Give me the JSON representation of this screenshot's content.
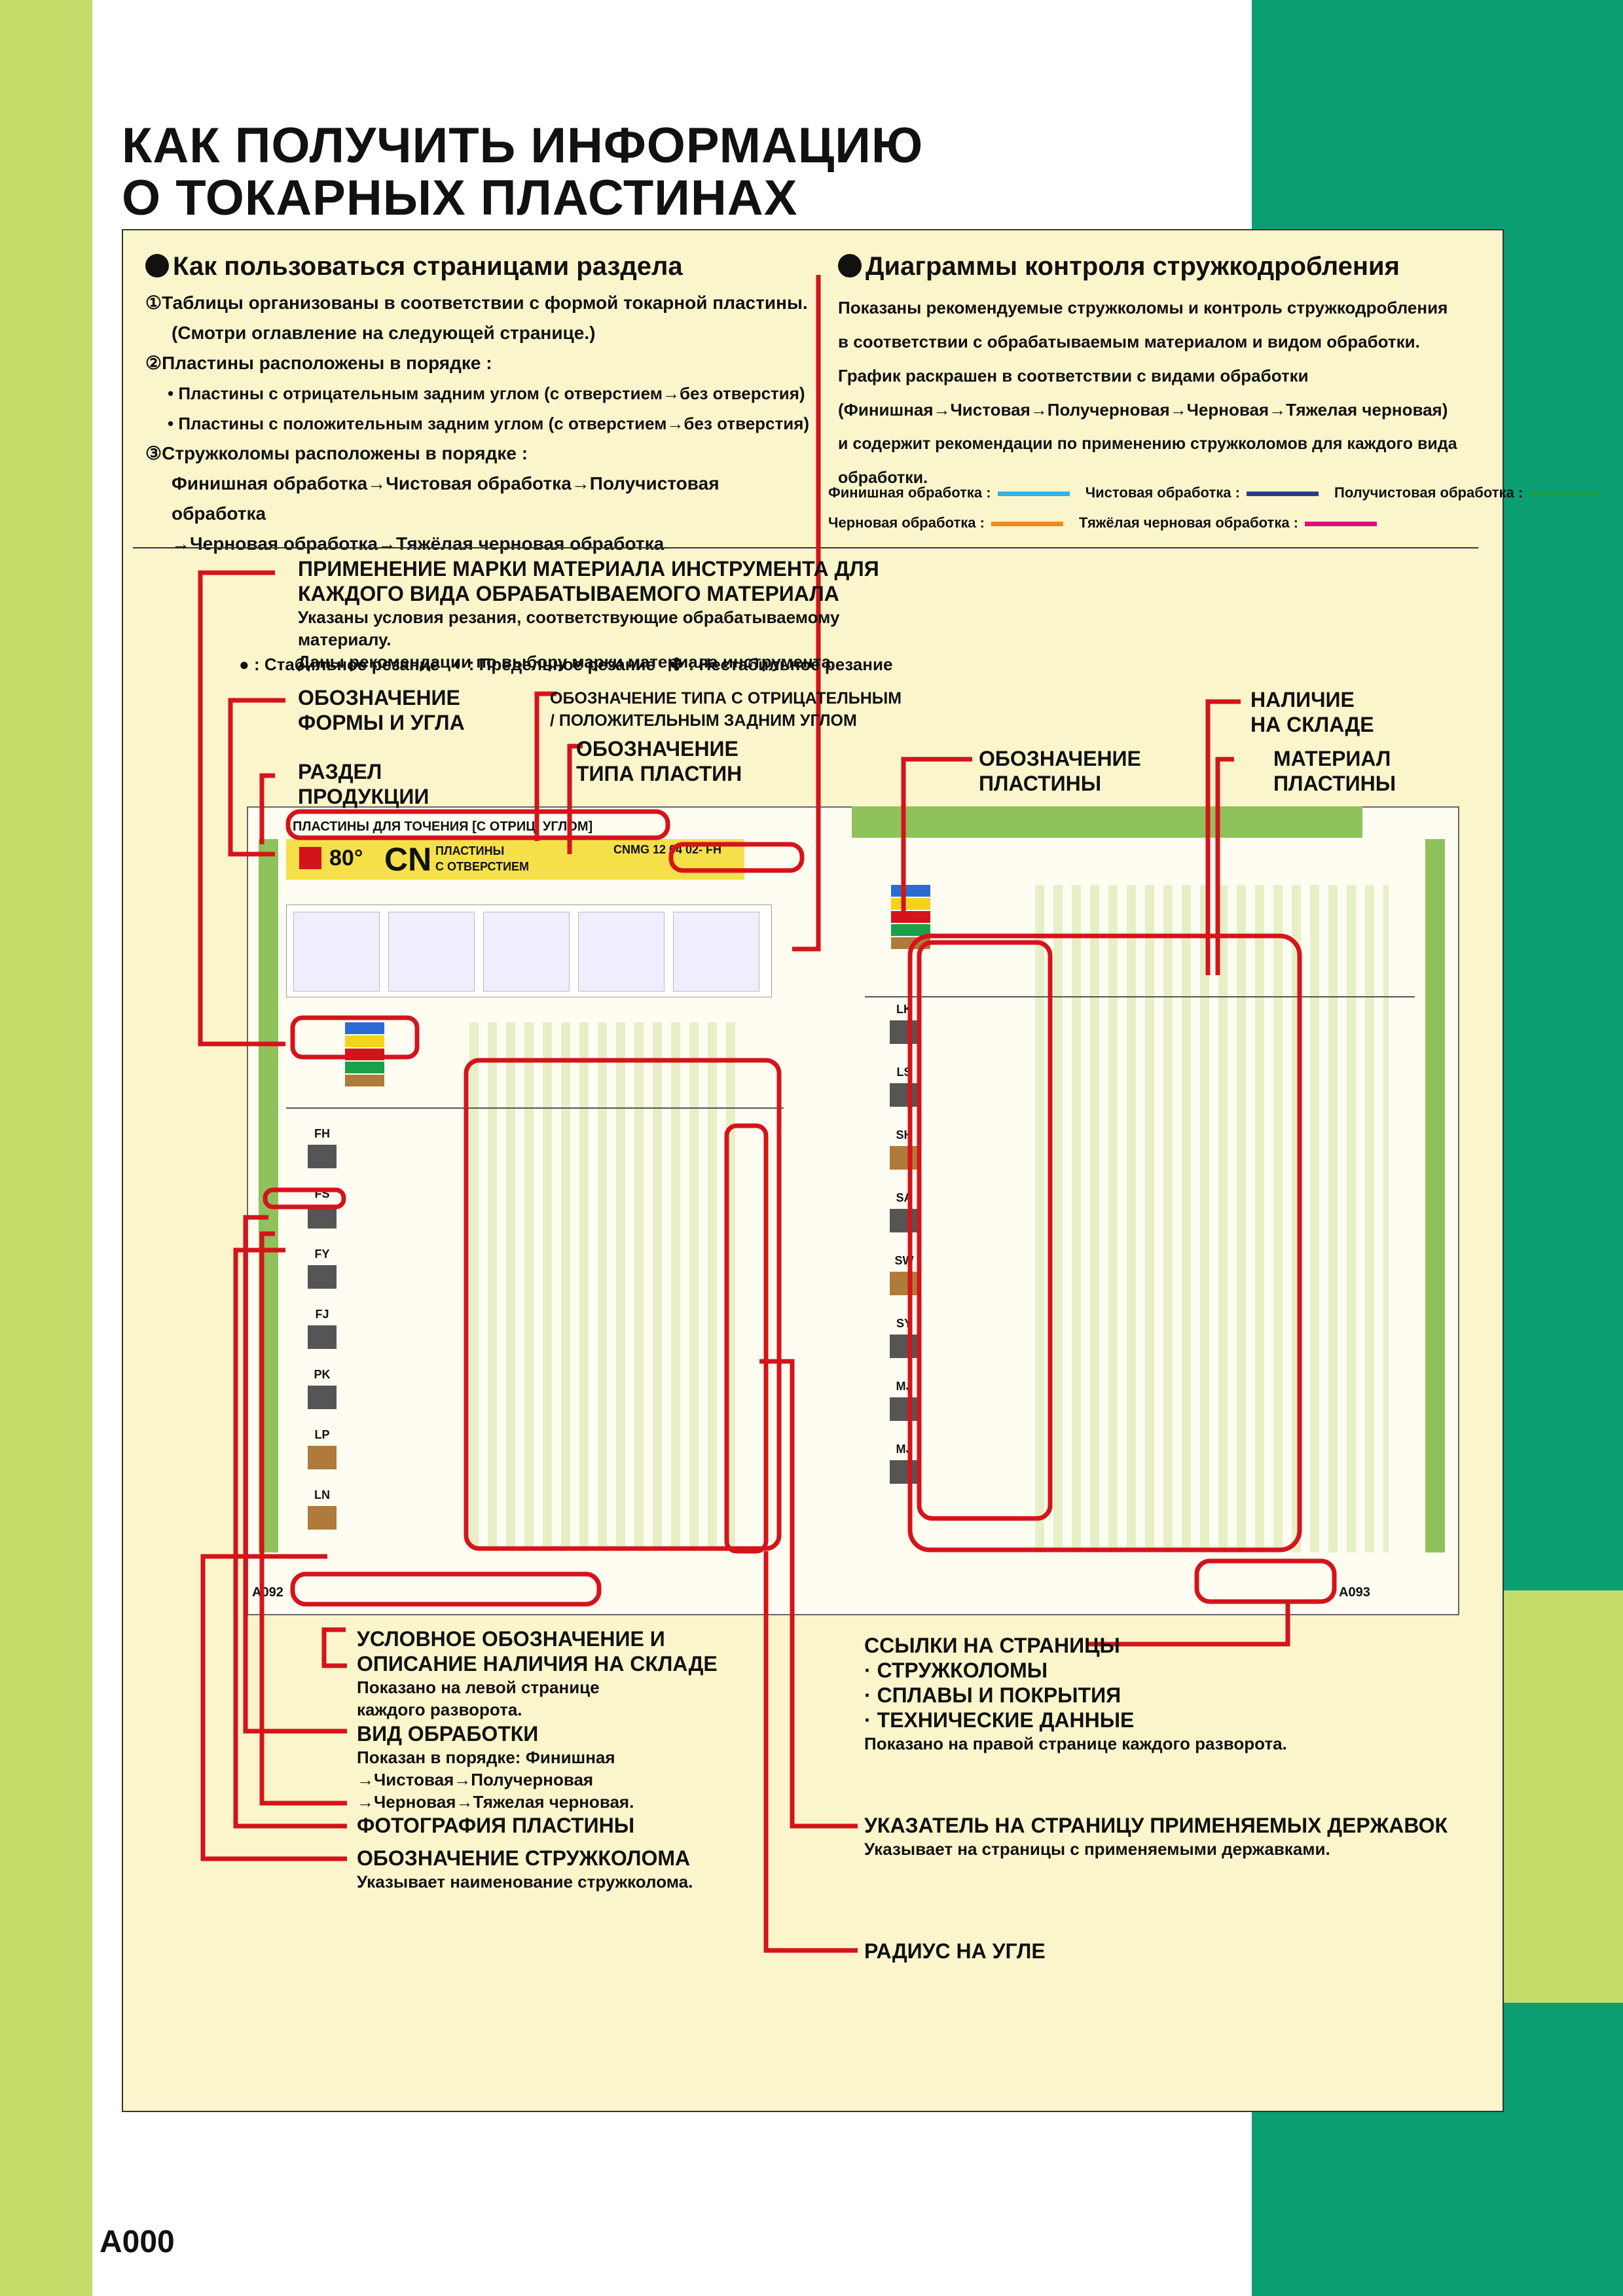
{
  "title": {
    "line1": "КАК ПОЛУЧИТЬ ИНФОРМАЦИЮ",
    "line2": "О ТОКАРНЫХ ПЛАСТИНАХ"
  },
  "how_to": {
    "title": "Как пользоваться страницами раздела",
    "items": [
      "①Таблицы организованы в соответствии с формой токарной пластины.",
      "(Смотри оглавление на следующей странице.)",
      "②Пластины расположены в порядке :",
      "• Пластины с отрицательным задним углом (с отверстием→без отверстия)",
      "• Пластины с положительным задним углом (с отверстием→без отверстия)",
      "③Стружколомы расположены в порядке :",
      "Финишная обработка→Чистовая обработка→Получистовая обработка",
      "→Черновая обработка→Тяжёлая черновая обработка"
    ]
  },
  "chipbreak": {
    "title": "Диаграммы контроля стружкодробления",
    "lines": [
      "Показаны рекомендуемые стружколомы и контроль стружкодробления",
      "в соответствии с обрабатываемым материалом и видом обработки.",
      "График раскрашен в соответствии с видами обработки",
      "(Финишная→Чистовая→Получерновая→Черновая→Тяжелая черновая)",
      "и содержит рекомендации по применению стружколомов для каждого вида обработки."
    ],
    "legend": [
      {
        "label": "Финишная обработка :",
        "color": "#2fb4e6"
      },
      {
        "label": "Чистовая обработка :",
        "color": "#2c3a8c"
      },
      {
        "label": "Получистовая обработка :",
        "color": "#1aa04a"
      },
      {
        "label": "Черновая обработка :",
        "color": "#f08a1e"
      },
      {
        "label": "Тяжёлая черновая обработка :",
        "color": "#d6127a"
      }
    ]
  },
  "callouts": {
    "grade": {
      "title1": "ПРИМЕНЕНИЕ МАРКИ МАТЕРИАЛА ИНСТРУМЕНТА ДЛЯ",
      "title2": "КАЖДОГО ВИДА ОБРАБАТЫВАЕМОГО МАТЕРИАЛА",
      "text1": "Указаны условия резания, соответствующие обрабатываемому материалу.",
      "text2": "Даны рекомендации по выбору марки материала инструмента.",
      "stable": ": Стабильное резание",
      "limit": ": Предельное резание",
      "unstable": ": Нестабильное резание"
    },
    "shape": {
      "l1": "ОБОЗНАЧЕНИЕ",
      "l2": "ФОРМЫ И УГЛА"
    },
    "neg_pos": {
      "l1": "ОБОЗНАЧЕНИЕ ТИПА С ОТРИЦАТЕЛЬНЫМ",
      "l2": "/ ПОЛОЖИТЕЛЬНЫМ ЗАДНИМ УГЛОМ"
    },
    "type": {
      "l1": "ОБОЗНАЧЕНИЕ",
      "l2": "ТИПА ПЛАСТИН"
    },
    "section": {
      "l1": "РАЗДЕЛ",
      "l2": "ПРОДУКЦИИ"
    },
    "insert_desig": {
      "l1": "ОБОЗНАЧЕНИЕ",
      "l2": "ПЛАСТИНЫ"
    },
    "stock": {
      "l1": "НАЛИЧИЕ",
      "l2": "НА СКЛАДЕ"
    },
    "material": {
      "l1": "МАТЕРИАЛ",
      "l2": "ПЛАСТИНЫ"
    },
    "stock_legend": {
      "l1": "УСЛОВНОЕ ОБОЗНАЧЕНИЕ И",
      "l2": "ОПИСАНИЕ НАЛИЧИЯ НА СКЛАДЕ",
      "t1": "Показано на левой странице",
      "t2": "каждого разворота."
    },
    "machining": {
      "l1": "ВИД ОБРАБОТКИ",
      "t1": "Показан в порядке: Финишная",
      "t2": "→Чистовая→Получерновая",
      "t3": "→Черновая→Тяжелая черновая."
    },
    "photo": {
      "l1": "ФОТОГРАФИЯ ПЛАСТИНЫ"
    },
    "chipbreaker": {
      "l1": "ОБОЗНАЧЕНИЕ СТРУЖКОЛОМА",
      "t1": "Указывает наименование стружколома."
    },
    "refs": {
      "l1": "ССЫЛКИ НА СТРАНИЦЫ",
      "l2": "· СТРУЖКОЛОМЫ",
      "l3": "· СПЛАВЫ И ПОКРЫТИЯ",
      "l4": "· ТЕХНИЧЕСКИЕ ДАННЫЕ",
      "t1": "Показано на правой странице каждого разворота."
    },
    "holder": {
      "l1": "УКАЗАТЕЛЬ НА СТРАНИЦУ ПРИМЕНЯЕМЫХ ДЕРЖАВОК",
      "t1": "Указывает на страницы с применяемыми державками."
    },
    "radius": {
      "l1": "РАДИУС НА УГЛЕ"
    }
  },
  "sample": {
    "header": "ПЛАСТИНЫ ДЛЯ ТОЧЕНИЯ [С ОТРИЦ. УГЛОМ]",
    "angle": "80°",
    "code": "CN",
    "name1": "ПЛАСТИНЫ",
    "name2": "С ОТВЕРСТИЕМ",
    "designation": "CNMG  12  04  02- FH",
    "left_page": "A092",
    "right_page": "A093",
    "left_rows": [
      "FH",
      "FS",
      "FY",
      "FJ",
      "PK",
      "LP",
      "LN"
    ],
    "right_rows": [
      "LK",
      "LS",
      "SH",
      "SA",
      "SW",
      "SY",
      "MJ",
      "MJ"
    ]
  },
  "page_number": "A000"
}
